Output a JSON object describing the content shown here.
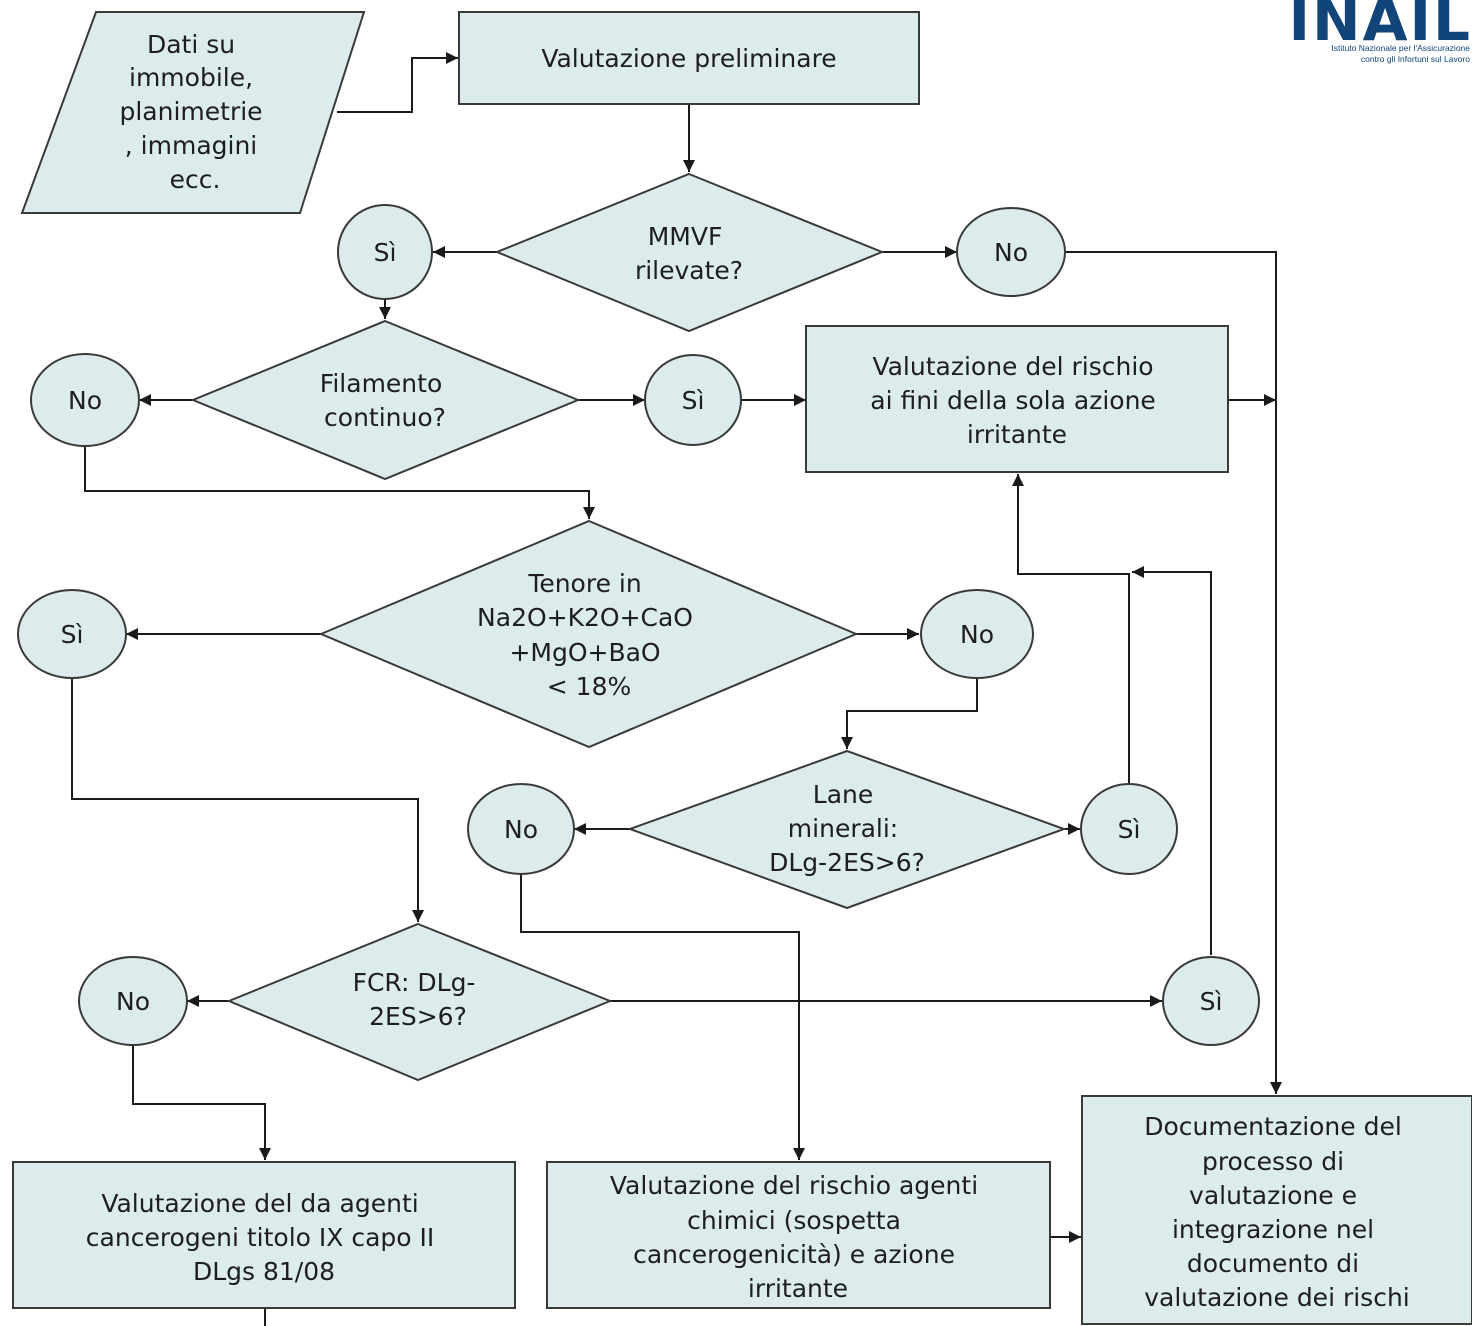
{
  "logo": {
    "wordmark": "INAIL",
    "subtitle_line1": "Istituto Nazionale per l'Assicurazione",
    "subtitle_line2": "contro gli Infortuni sul Lavoro"
  },
  "nodes": {
    "dati": [
      "Dati su",
      "immobile,",
      "planimetrie",
      ", immagini",
      "ecc."
    ],
    "valutazione_preliminare": [
      "Valutazione preliminare"
    ],
    "mmvf": [
      "MMVF",
      "rilevate?"
    ],
    "si_1": [
      "Sì"
    ],
    "no_1": [
      "No"
    ],
    "filamento": [
      "Filamento",
      "continuo?"
    ],
    "no_2": [
      "No"
    ],
    "si_2": [
      "Sì"
    ],
    "valutazione_irritante": [
      "Valutazione del rischio",
      "ai fini della sola azione",
      "irritante"
    ],
    "tenore": [
      "Tenore in",
      "Na2O+K2O+CaO",
      "+MgO+BaO",
      "< 18%"
    ],
    "si_3": [
      "Sì"
    ],
    "no_3": [
      "No"
    ],
    "lane": [
      "Lane",
      "minerali:",
      "DLg-2ES>6?"
    ],
    "no_4": [
      "No"
    ],
    "si_4": [
      "Sì"
    ],
    "fcr": [
      "FCR: DLg-",
      "2ES>6?"
    ],
    "no_5": [
      "No"
    ],
    "si_5": [
      "Sì"
    ],
    "cancerogeni": [
      "Valutazione del da agenti",
      "cancerogeni titolo IX capo II",
      "DLgs 81/08"
    ],
    "chimici": [
      "Valutazione del rischio agenti",
      "chimici (sospetta",
      "cancerogenicità) e azione",
      "irritante"
    ],
    "documentazione": [
      "Documentazione del",
      "processo di",
      "valutazione e",
      "integrazione nel",
      "documento di",
      "valutazione dei rischi"
    ]
  },
  "colors": {
    "node_fill": "#dcebeb",
    "node_stroke": "#3a3a3a",
    "edge": "#1a1a1a",
    "logo_blue": "#11457a"
  }
}
